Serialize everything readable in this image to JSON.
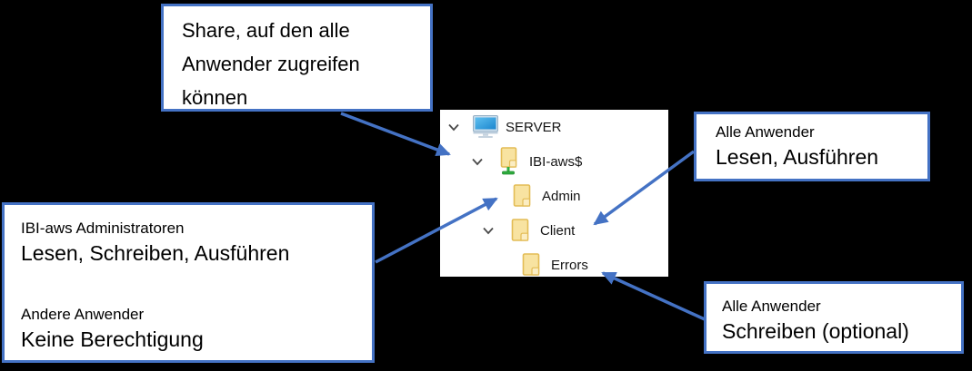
{
  "canvas": {
    "background": "#000000",
    "accent_blue": "#4472C4",
    "panel_background": "#FFFFFF"
  },
  "callouts": {
    "share": {
      "text": "Share, auf den alle\nAnwender zugreifen\nkönnen"
    },
    "admin": {
      "groups": [
        {
          "small": "IBI-aws Administratoren",
          "large": "Lesen, Schreiben, Ausführen"
        },
        {
          "small": "Andere Anwender",
          "large": "Keine Berechtigung"
        }
      ]
    },
    "client": {
      "small": "Alle Anwender",
      "large": "Lesen, Ausführen"
    },
    "errors": {
      "small": "Alle Anwender",
      "large": "Schreiben (optional)"
    }
  },
  "tree": {
    "items": [
      {
        "label": "SERVER",
        "icon": "computer-icon",
        "expanded": true,
        "level": 0
      },
      {
        "label": "IBI-aws$",
        "icon": "shared-folder-icon",
        "expanded": true,
        "level": 1
      },
      {
        "label": "Admin",
        "icon": "folder-icon",
        "expanded": false,
        "level": 2
      },
      {
        "label": "Client",
        "icon": "folder-icon",
        "expanded": true,
        "level": 2
      },
      {
        "label": "Errors",
        "icon": "folder-icon",
        "expanded": false,
        "level": 3
      }
    ]
  },
  "colors": {
    "folder_fill": "#F8E3A1",
    "folder_edge": "#E3BC55",
    "screen_blue": "#2D9CDE",
    "share_green": "#2FAE3E",
    "chevron_gray": "#4A4A4A"
  }
}
